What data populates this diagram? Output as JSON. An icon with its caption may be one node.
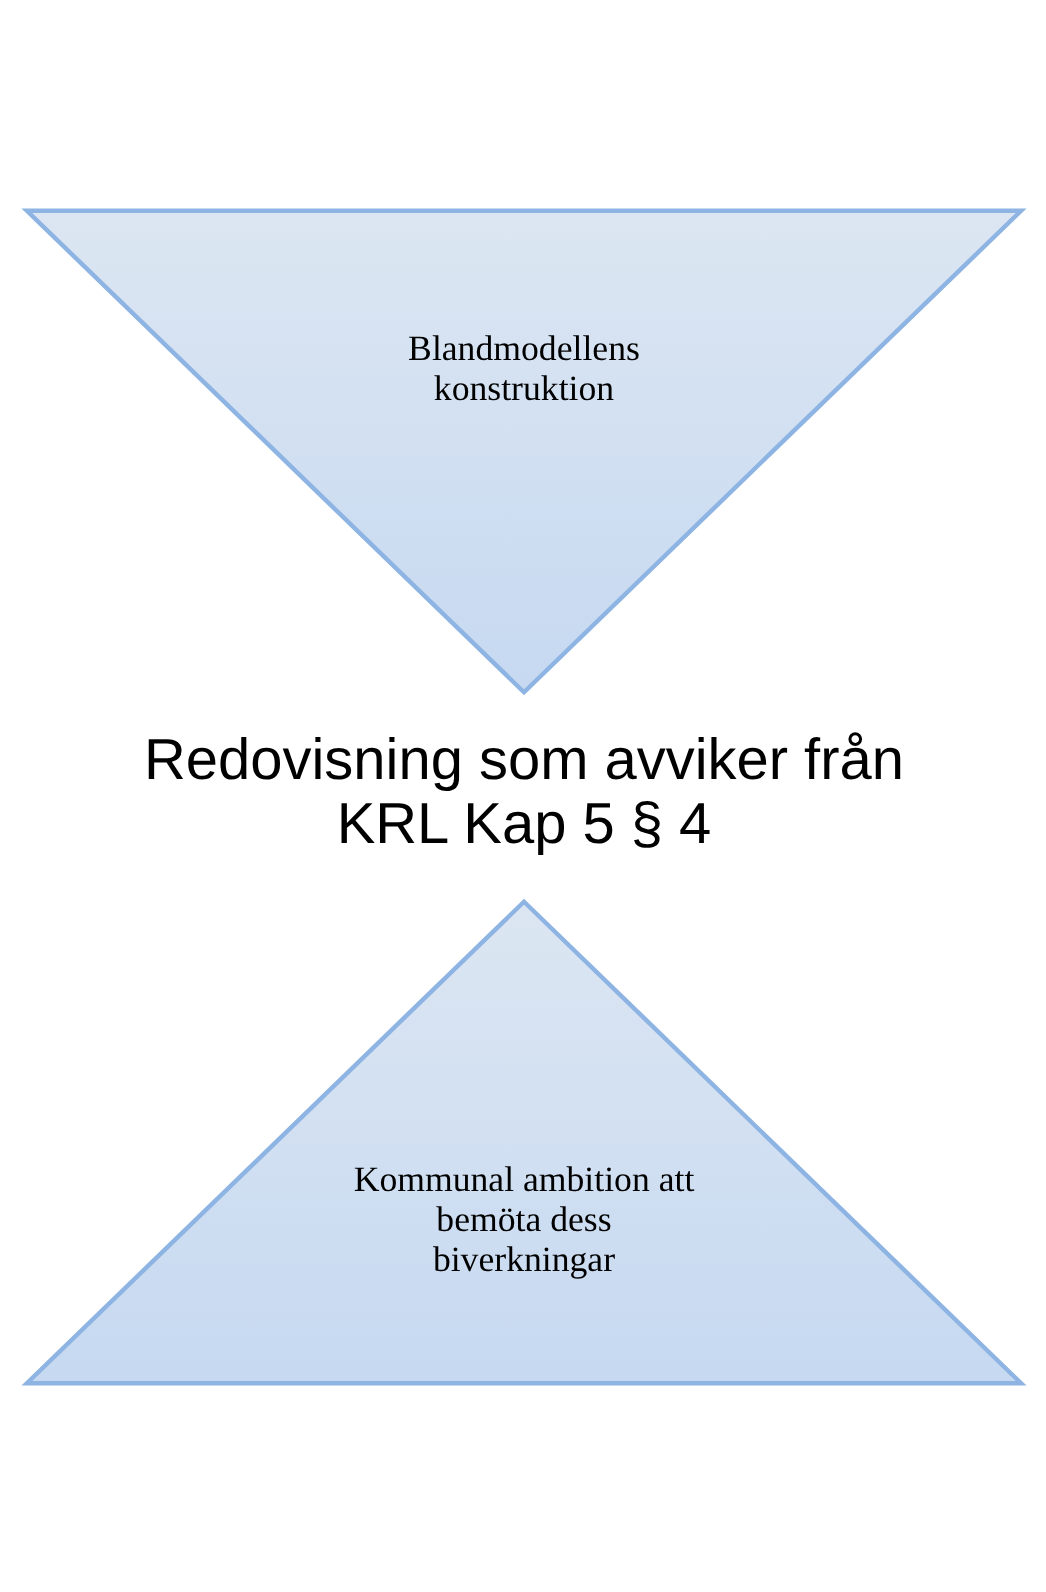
{
  "diagram": {
    "nodes": [
      {
        "text": [
          "Blandmodellens konstruktion"
        ]
      },
      {
        "text": [
          "Kommunal ambition att bemöta dess biverkningar"
        ]
      }
    ],
    "labels": [
      "Redovisning som avviker från KRL Kap 5 § 4"
    ]
  }
}
